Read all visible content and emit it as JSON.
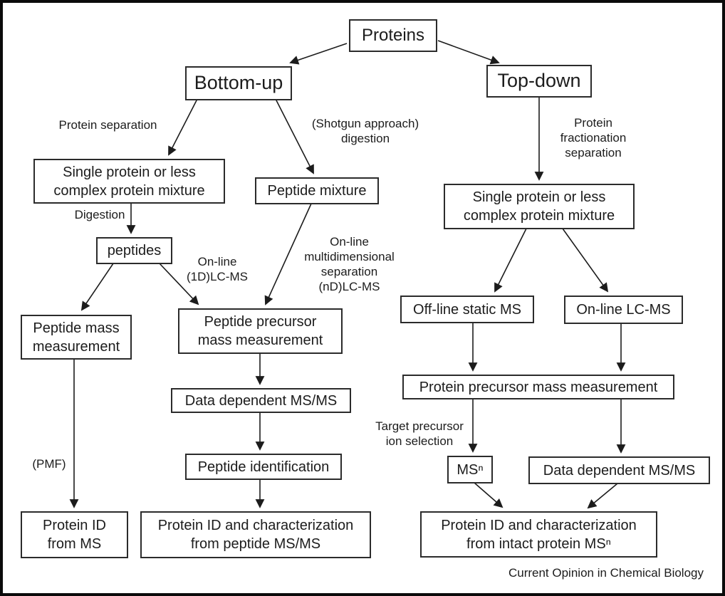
{
  "nodes": {
    "proteins": "Proteins",
    "bottom_up": "Bottom-up",
    "top_down": "Top-down",
    "single_protein_left": "Single protein or less\ncomplex protein mixture",
    "peptide_mixture": "Peptide mixture",
    "peptides": "peptides",
    "peptide_mass": "Peptide mass\nmeasurement",
    "peptide_precursor": "Peptide precursor\nmass measurement",
    "data_dependent_msms_left": "Data dependent MS/MS",
    "peptide_identification": "Peptide identification",
    "protein_id_from_ms": "Protein ID\nfrom MS",
    "protein_id_peptide": "Protein ID and characterization\nfrom peptide MS/MS",
    "single_protein_right": "Single protein or less\ncomplex protein mixture",
    "offline_static_ms": "Off-line static MS",
    "online_lcms": "On-line LC-MS",
    "protein_precursor": "Protein precursor mass measurement",
    "msn": "MSⁿ",
    "data_dependent_msms_right": "Data dependent MS/MS",
    "protein_id_intact": "Protein ID and characterization\nfrom intact protein MSⁿ"
  },
  "edge_labels": {
    "protein_separation": "Protein separation",
    "shotgun_digestion": "(Shotgun approach)\ndigestion",
    "digestion": "Digestion",
    "online_1d_lcms": "On-line\n(1D)LC-MS",
    "online_multidimensional": "On-line\nmultidimensional\nseparation\n(nD)LC-MS",
    "pmf": "(PMF)",
    "protein_fractionation": "Protein\nfractionation\nseparation",
    "target_precursor": "Target precursor\nion selection"
  },
  "footer": {
    "journal": "Current Opinion in Chemical Biology"
  },
  "colors": {
    "ink": "#1c1c1c",
    "background": "#ffffff",
    "box_border": "#2b2b2b",
    "outer_border": "#0a0a0a"
  }
}
